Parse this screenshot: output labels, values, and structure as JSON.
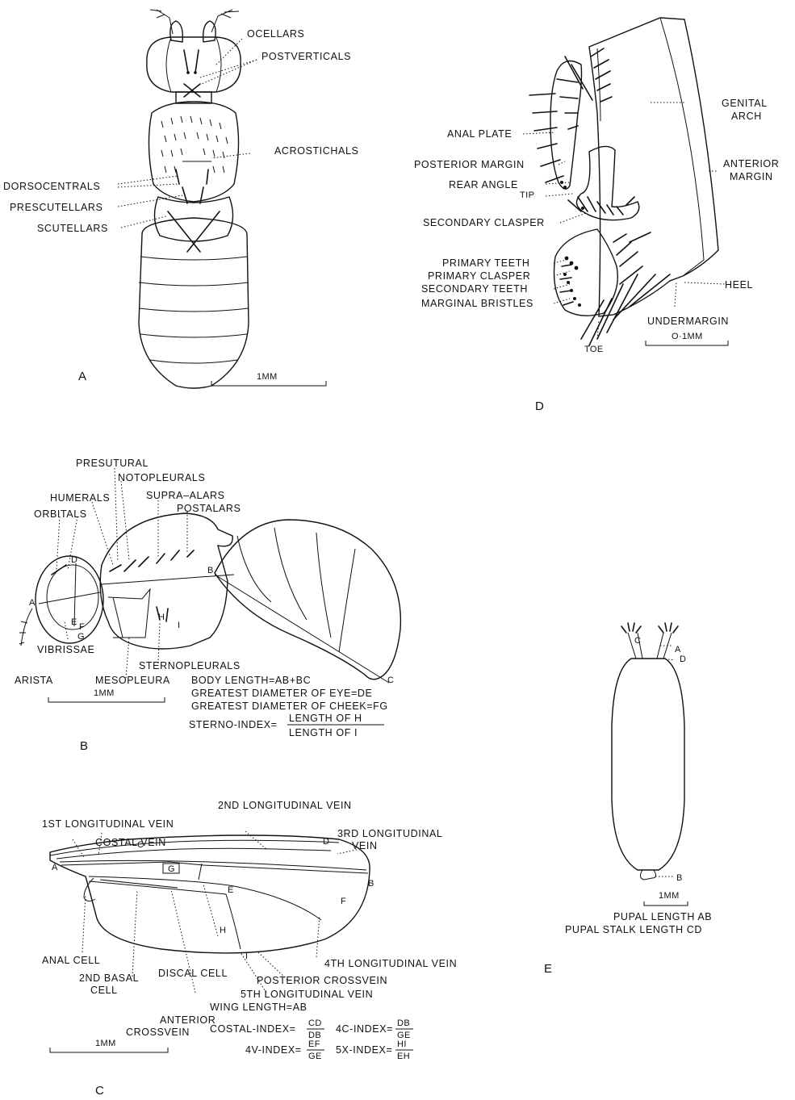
{
  "panels": {
    "a": {
      "letter": "A",
      "labels": {
        "ocellars": "OCELLARS",
        "postverticals": "POSTVERTICALS",
        "acrostichals": "ACROSTICHALS",
        "dorsocentrals": "DORSOCENTRALS",
        "prescutellars": "PRESCUTELLARS",
        "scutellars": "SCUTELLARS"
      },
      "scale": "1MM"
    },
    "b": {
      "letter": "B",
      "labels": {
        "presutural": "PRESUTURAL",
        "notopleurals": "NOTOPLEURALS",
        "humerals": "HUMERALS",
        "supra_alars": "SUPRA–ALARS",
        "orbitals": "ORBITALS",
        "postalars": "POSTALARS",
        "vibrissae": "VIBRISSAE",
        "sternopleurals": "STERNOPLEURALS",
        "arista": "ARISTA",
        "mesopleura": "MESOPLEURA"
      },
      "points": {
        "a": "A",
        "b": "B",
        "c": "C",
        "d": "D",
        "e": "E",
        "f": "F",
        "g": "G",
        "h": "H",
        "i": "I"
      },
      "formulas": {
        "body_length": "BODY LENGTH=AB+BC",
        "eye": "GREATEST DIAMETER OF EYE=DE",
        "cheek": "GREATEST DIAMETER OF CHEEK=FG",
        "sterno_label": "STERNO-INDEX=",
        "sterno_num": "LENGTH OF H",
        "sterno_den": "LENGTH OF I"
      },
      "scale": "1MM"
    },
    "c": {
      "letter": "C",
      "labels": {
        "first_long": "1ST LONGITUDINAL VEIN",
        "second_long": "2ND LONGITUDINAL VEIN",
        "costal": "COSTAL VEIN",
        "third_long_1": "3RD LONGITUDINAL",
        "third_long_2": "VEIN",
        "anal_cell": "ANAL CELL",
        "second_basal_1": "2ND BASAL",
        "second_basal_2": "CELL",
        "discal": "DISCAL CELL",
        "fourth_long": "4TH LONGITUDINAL VEIN",
        "posterior_cross": "POSTERIOR CROSSVEIN",
        "fifth_long": "5TH LONGITUDINAL VEIN",
        "anterior_cross_1": "ANTERIOR",
        "anterior_cross_2": "CROSSVEIN"
      },
      "points": {
        "a": "A",
        "b": "B",
        "c": "C",
        "d": "D",
        "e": "E",
        "f": "F",
        "g": "G",
        "h": "H",
        "i": "I"
      },
      "formulas": {
        "wing_length": "WING LENGTH=AB",
        "costal_index": "COSTAL-INDEX=",
        "costal_num": "CD",
        "costal_den": "DB",
        "c4_index": "4C-INDEX=",
        "c4_num": "DB",
        "c4_den": "GE",
        "v4_index": "4V-INDEX=",
        "v4_num": "EF",
        "v4_den": "GE",
        "x5_index": "5X-INDEX=",
        "x5_num": "HI",
        "x5_den": "EH"
      },
      "scale": "1MM"
    },
    "d": {
      "letter": "D",
      "labels": {
        "genital_1": "GENITAL",
        "genital_2": "ARCH",
        "anal_plate": "ANAL PLATE",
        "posterior_margin": "POSTERIOR MARGIN",
        "anterior_1": "ANTERIOR",
        "anterior_2": "MARGIN",
        "rear_angle": "REAR ANGLE",
        "tip": "TIP",
        "secondary_clasper": "SECONDARY CLASPER",
        "primary_teeth": "PRIMARY TEETH",
        "primary_clasper": "PRIMARY CLASPER",
        "secondary_teeth": "SECONDARY TEETH",
        "marginal": "MARGINAL BRISTLES",
        "heel": "HEEL",
        "undermargin": "UNDERMARGIN",
        "toe": "TOE"
      },
      "scale": "O·1MM"
    },
    "e": {
      "letter": "E",
      "points": {
        "a": "A",
        "b": "B",
        "c": "C",
        "d": "D"
      },
      "captions": {
        "pupal_length": "PUPAL LENGTH AB",
        "stalk_length": "PUPAL STALK LENGTH CD"
      },
      "scale": "1MM"
    }
  }
}
